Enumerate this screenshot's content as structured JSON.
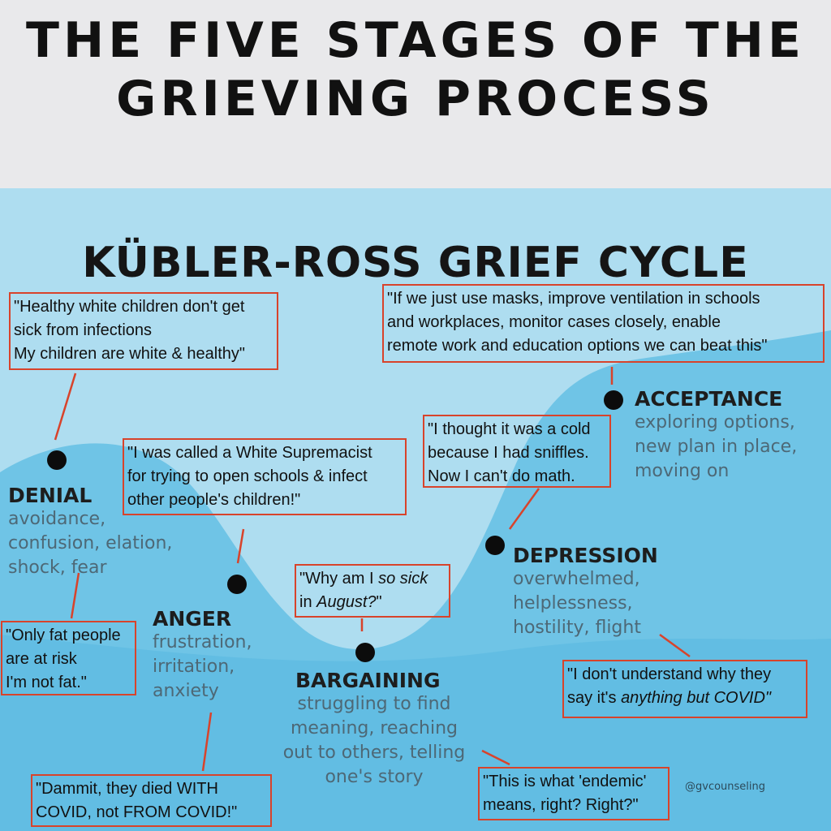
{
  "header": {
    "title": "THE FIVE STAGES OF THE GRIEVING PROCESS"
  },
  "diagram": {
    "title": "KÜBLER-ROSS GRIEF CYCLE",
    "credit": "@gvcounseling",
    "colors": {
      "header_bg": "#e9e9eb",
      "light_blue": "#aeddf0",
      "mid_blue": "#6fc4e6",
      "deep_blue": "#58b8e0",
      "quote_border": "#d8432b"
    },
    "stages": [
      {
        "name": "DENIAL",
        "desc": [
          "avoidance,",
          "confusion, elation,",
          "shock, fear"
        ]
      },
      {
        "name": "ANGER",
        "desc": [
          "frustration,",
          "irritation,",
          "anxiety"
        ]
      },
      {
        "name": "BARGAINING",
        "desc": [
          "struggling to find",
          "meaning, reaching",
          "out to others, telling",
          "one's story"
        ]
      },
      {
        "name": "DEPRESSION",
        "desc": [
          "overwhelmed,",
          "helplessness,",
          "hostility, flight"
        ]
      },
      {
        "name": "ACCEPTANCE",
        "desc": [
          "exploring options,",
          "new plan in place,",
          "moving on"
        ]
      }
    ],
    "quotes": {
      "denial_top": {
        "lines": [
          "\"Healthy white children don't get",
          "sick from infections",
          "My children are white & healthy\""
        ]
      },
      "denial_bottom": {
        "lines": [
          "\"Only fat people",
          "are at risk",
          "I'm not fat.\""
        ]
      },
      "anger_top": {
        "lines": [
          "\"I was called a White Supremacist",
          "for trying to open schools & infect",
          "other people's children!\""
        ]
      },
      "anger_bottom": {
        "lines": [
          "\"Dammit, they died WITH",
          "COVID, not FROM COVID!\""
        ]
      },
      "bargaining_top": {
        "l1a": "\"Why am I ",
        "l1b": "so sick",
        "l2a": "in ",
        "l2b": "August?",
        "l2c": "\""
      },
      "bargaining_bottom": {
        "lines": [
          "\"This is what 'endemic'",
          "means, right?  Right?\""
        ]
      },
      "depression_top": {
        "lines": [
          "\"I thought it was a cold",
          "because I had sniffles.",
          "Now I can't do math."
        ]
      },
      "depression_bottom": {
        "l1": "\"I don't understand why they",
        "l2a": "say it's ",
        "l2b": "anything but COVID\""
      },
      "acceptance": {
        "lines": [
          "\"If we just use masks, improve ventilation in schools",
          "and workplaces, monitor cases closely, enable",
          "remote work and education options we can beat this\""
        ]
      }
    }
  }
}
